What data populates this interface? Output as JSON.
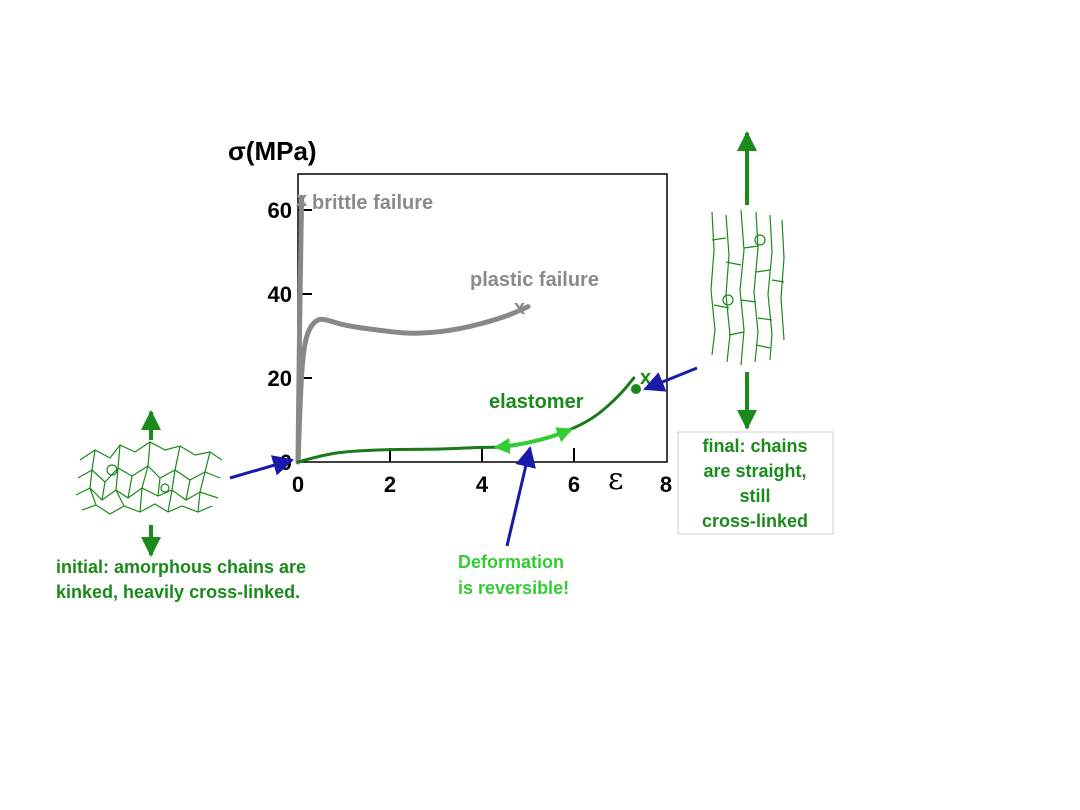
{
  "chart_data": {
    "type": "line",
    "title": "",
    "ylabel": "σ(MPa)",
    "xlabel": "ε",
    "xlim": [
      0,
      8
    ],
    "ylim": [
      0,
      70
    ],
    "x_ticks": [
      "0",
      "2",
      "4",
      "6",
      "8"
    ],
    "y_ticks": [
      "0",
      "20",
      "40",
      "60"
    ],
    "series": [
      {
        "name": "brittle failure",
        "color": "#888888",
        "x": [
          0,
          0.02,
          0.05,
          0.08
        ],
        "y": [
          0,
          20,
          45,
          63
        ]
      },
      {
        "name": "plastic failure",
        "color": "#888888",
        "x": [
          0,
          0.05,
          0.1,
          0.2,
          0.4,
          0.6,
          1.0,
          2.0,
          2.6,
          3.5,
          4.5,
          5.0
        ],
        "y": [
          0,
          15,
          25,
          31,
          34,
          34,
          32.5,
          31,
          30.5,
          31.5,
          34.5,
          37
        ]
      },
      {
        "name": "elastomer",
        "color": "#1a7a1a",
        "x": [
          0,
          0.5,
          1,
          2,
          3,
          4,
          4.5,
          5,
          5.5,
          6,
          6.5,
          7,
          7.3
        ],
        "y": [
          0,
          1.5,
          2.5,
          3,
          3,
          3.5,
          3.5,
          4.5,
          6,
          8,
          11,
          16,
          20
        ]
      }
    ],
    "annotations": {
      "brittle_label": "brittle failure",
      "plastic_label": "plastic failure",
      "elastomer_label": "elastomer",
      "failure_marker": "x",
      "reversible_range": [
        4.3,
        5.9
      ]
    }
  },
  "notes": {
    "initial_line1": "initial:  amorphous chains are",
    "initial_line2": "kinked, heavily cross-linked.",
    "reversible_line1": "Deformation",
    "reversible_line2": "is reversible!",
    "final_line1": "final:  chains",
    "final_line2": "are straight,",
    "final_line3": "still",
    "final_line4": "cross-linked"
  },
  "colors": {
    "green": "#1a8a1a",
    "light_green": "#33cc33",
    "dark_green": "#1a6e1a",
    "gray": "#888888",
    "blue": "#1a1aaa"
  }
}
